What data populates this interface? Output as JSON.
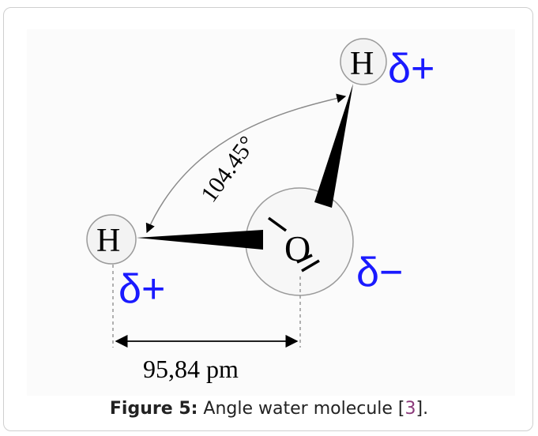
{
  "diagram": {
    "angle_label": "104.45°",
    "distance_label": "95,84 pm",
    "atoms": {
      "oxygen": "O",
      "hydrogen_left": "H",
      "hydrogen_top": "H"
    },
    "charges": {
      "oxygen": "δ−",
      "hydrogen_left": "δ+",
      "hydrogen_top": "δ+"
    },
    "colors": {
      "charge": "#1a1aff",
      "bond": "#000000",
      "guide": "#888888"
    }
  },
  "caption": {
    "label": "Figure 5:",
    "text": " Angle water molecule [",
    "ref": "3",
    "end": "]."
  }
}
